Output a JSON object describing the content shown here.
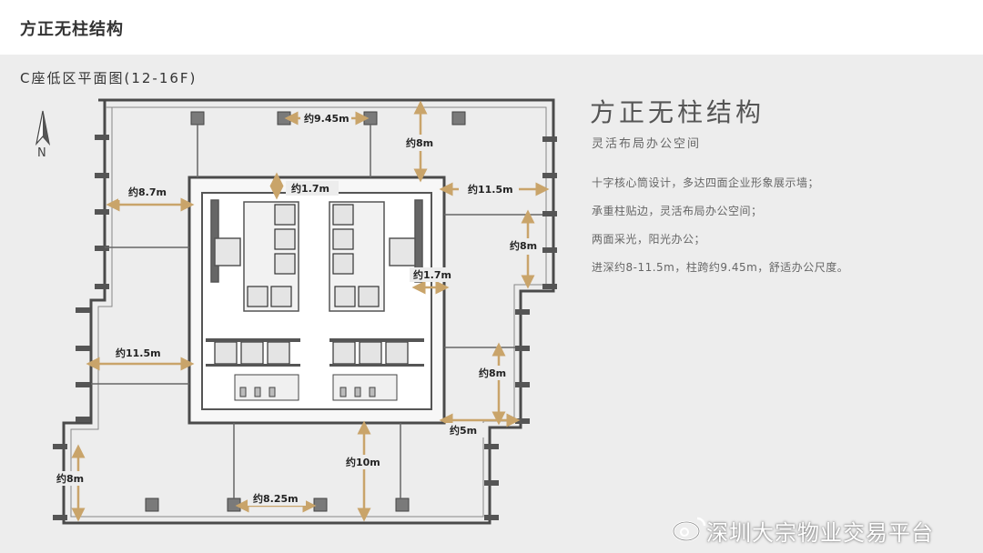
{
  "header": {
    "title": "方正无柱结构"
  },
  "plan": {
    "subtitle": "C座低区平面图(12-16F)",
    "north_label": "N",
    "dimensions": {
      "span_top": "约9.45m",
      "depth_top": "约8m",
      "left_upper": "约8.7m",
      "core_top": "约1.7m",
      "right_upper": "约11.5m",
      "right_vertical_upper": "约8m",
      "core_right": "约1.7m",
      "left_lower": "约11.5m",
      "right_vertical_lower": "约8m",
      "right_small": "约5m",
      "bottom_depth": "约10m",
      "left_bottom_vertical": "约8m",
      "bottom_span": "约8.25m"
    }
  },
  "info": {
    "title": "方正无柱结构",
    "subtitle": "灵活布局办公空间",
    "lines": [
      "十字核心筒设计，多达四面企业形象展示墙；",
      "承重柱贴边，灵活布局办公空间；",
      "两面采光，阳光办公；",
      "进深约8-11.5m，柱跨约9.45m，舒适办公尺度。"
    ]
  },
  "watermark": "深圳大宗物业交易平台",
  "colors": {
    "arrow": "#c9a46a",
    "column": "#7a7a7a",
    "wall": "#4a4a4a"
  }
}
